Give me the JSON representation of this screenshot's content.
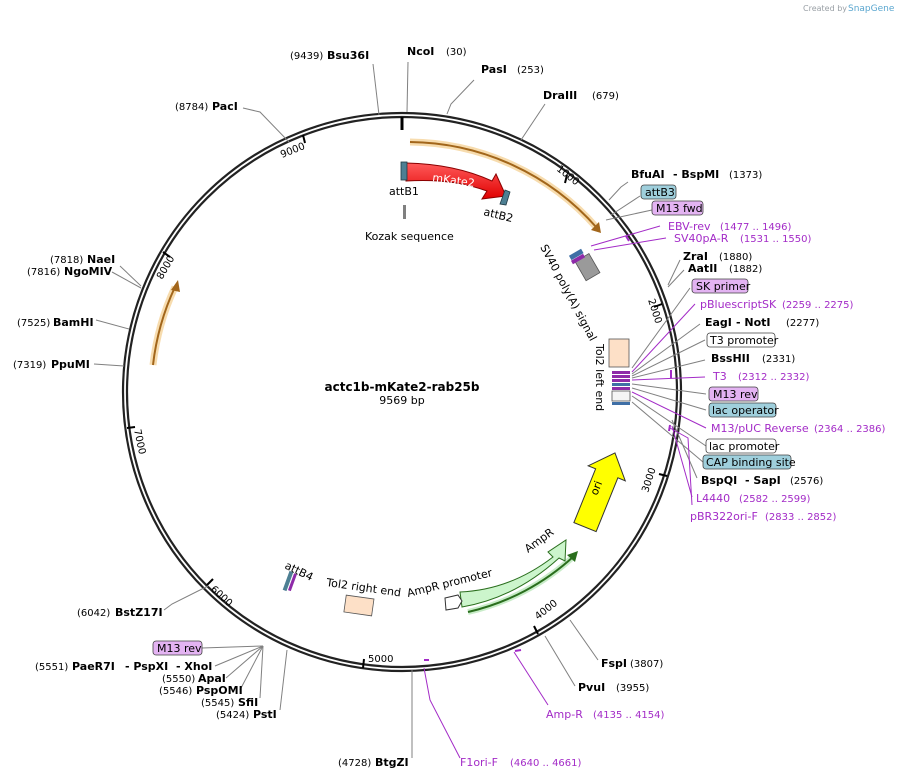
{
  "credit": {
    "created_by": "Created by",
    "brand": "SnapGene"
  },
  "plasmid": {
    "name": "actc1b-mKate2-rab25b",
    "length": "9569 bp"
  },
  "ticks": [
    "1000",
    "2000",
    "3000",
    "4000",
    "5000",
    "6000",
    "7000",
    "8000",
    "9000"
  ],
  "enzymes": [
    {
      "name": "NcoI",
      "pos": "(30)"
    },
    {
      "name": "PasI",
      "pos": "(253)"
    },
    {
      "name": "DraIII",
      "pos": "(679)"
    },
    {
      "name": "Bsu36I",
      "pos": "(9439)"
    },
    {
      "name": "PacI",
      "pos": "(8784)"
    },
    {
      "name": "BfuAI",
      "sep": "- BspMI",
      "pos": "(1373)"
    },
    {
      "name": "ZraI",
      "pos": "(1880)"
    },
    {
      "name": "AatII",
      "pos": "(1882)"
    },
    {
      "name": "EagI",
      "sep": "- NotI",
      "pos": "(2277)"
    },
    {
      "name": "BssHII",
      "pos": "(2331)"
    },
    {
      "name": "BspQI",
      "sep": "- SapI",
      "pos": "(2576)"
    },
    {
      "name": "NaeI",
      "pos": "(7818)"
    },
    {
      "name": "NgoMIV",
      "pos": "(7816)"
    },
    {
      "name": "BamHI",
      "pos": "(7525)"
    },
    {
      "name": "PpuMI",
      "pos": "(7319)"
    },
    {
      "name": "BstZ17I",
      "pos": "(6042)"
    },
    {
      "name": "PaeR7I",
      "sep": "- PspXI",
      "sep2": "- XhoI",
      "pos": "(5551)"
    },
    {
      "name": "ApaI",
      "pos": "(5550)"
    },
    {
      "name": "PspOMI",
      "pos": "(5546)"
    },
    {
      "name": "SfiI",
      "pos": "(5545)"
    },
    {
      "name": "PstI",
      "pos": "(5424)"
    },
    {
      "name": "BtgZI",
      "pos": "(4728)"
    },
    {
      "name": "FspI",
      "pos": "(3807)"
    },
    {
      "name": "PvuI",
      "pos": "(3955)"
    }
  ],
  "primers": [
    {
      "name": "EBV-rev",
      "pos": "(1477 .. 1496)"
    },
    {
      "name": "SV40pA-R",
      "pos": "(1531 .. 1550)"
    },
    {
      "name": "pBluescriptSK",
      "pos": "(2259 .. 2275)"
    },
    {
      "name": "T3",
      "pos": "(2312 .. 2332)"
    },
    {
      "name": "M13/pUC Reverse",
      "pos": "(2364 .. 2386)"
    },
    {
      "name": "L4440",
      "pos": "(2582 .. 2599)"
    },
    {
      "name": "pBR322ori-F",
      "pos": "(2833 .. 2852)"
    },
    {
      "name": "Amp-R",
      "pos": "(4135 .. 4154)"
    },
    {
      "name": "F1ori-F",
      "pos": "(4640 .. 4661)"
    }
  ],
  "boxed_labels": [
    {
      "name": "attB3",
      "style": "teal"
    },
    {
      "name": "M13 fwd",
      "style": "purple"
    },
    {
      "name": "SK primer",
      "style": "purple"
    },
    {
      "name": "T3 promoter",
      "style": "white"
    },
    {
      "name": "M13 rev",
      "style": "purple"
    },
    {
      "name": "lac operator",
      "style": "teal"
    },
    {
      "name": "lac promoter",
      "style": "white"
    },
    {
      "name": "CAP binding site",
      "style": "teal"
    },
    {
      "name": "M13 rev",
      "style": "purple"
    }
  ],
  "features": [
    {
      "name": "mKate2",
      "color": "#ff1a1a"
    },
    {
      "name": "attB1"
    },
    {
      "name": "attB2"
    },
    {
      "name": "Kozak sequence"
    },
    {
      "name": "SV40 poly(A) signal"
    },
    {
      "name": "Tol2 left end"
    },
    {
      "name": "ori",
      "color": "#ffff00"
    },
    {
      "name": "AmpR",
      "color": "#ccf5cc"
    },
    {
      "name": "AmpR promoter"
    },
    {
      "name": "Tol2 right end"
    },
    {
      "name": "attB4"
    }
  ],
  "colors": {
    "primer": "#a32bc7",
    "orf_arc": "#f2b75a",
    "teal_box": "#9fcfdc",
    "purple_box": "#e3b3f2"
  }
}
